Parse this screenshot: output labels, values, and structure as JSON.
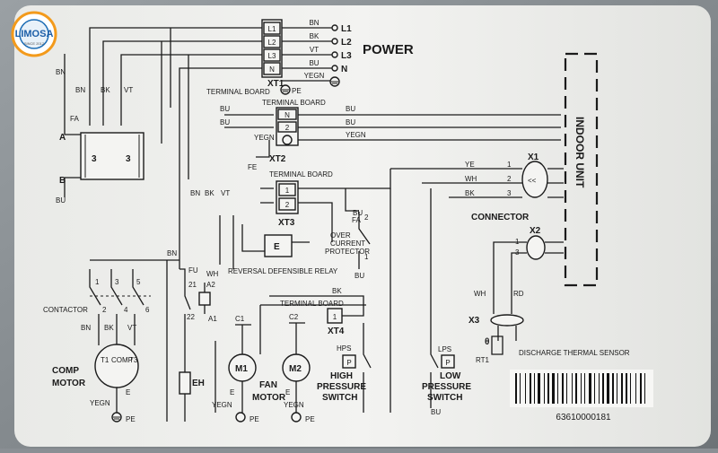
{
  "brand": {
    "name": "LIMOSA",
    "tagline": "SINCE 2012"
  },
  "power": {
    "title": "POWER",
    "terminals": [
      "L1",
      "L2",
      "L3",
      "N"
    ],
    "wire_colors": [
      "BN",
      "BK",
      "VT",
      "BU",
      "YEGN"
    ],
    "outputs": [
      "L1",
      "L2",
      "L3",
      "N"
    ],
    "xt_label": "XT1",
    "board_label": "TERMINAL BOARD",
    "pe": "PE"
  },
  "xt2": {
    "board_label": "TERMINAL BOARD",
    "terminals": [
      "N",
      "2"
    ],
    "label": "XT2",
    "wires": [
      "BU",
      "BU",
      "YEGN"
    ],
    "fe": "FE",
    "yegn": "YEGN"
  },
  "xt3": {
    "board_label": "TERMINAL BOARD",
    "terminals": [
      "1",
      "2"
    ],
    "label": "XT3",
    "left_wires": [
      "BN",
      "BK",
      "VT"
    ],
    "bu": "BU"
  },
  "xt4": {
    "board_label": "TERMINAL BOARD",
    "terminal": "1",
    "label": "XT4",
    "bk": "BK"
  },
  "indoor": {
    "label": "INDOOR UNIT"
  },
  "connector": {
    "label": "CONNECTOR",
    "x1": "X1",
    "x2": "X2",
    "x3": "X3",
    "pins": [
      "1",
      "2",
      "3"
    ],
    "x1_wires": [
      "YE",
      "WH",
      "BK"
    ],
    "x3_wires": [
      "WH",
      "RD"
    ]
  },
  "left_wires": {
    "top": [
      "BN",
      "BN",
      "BK",
      "VT"
    ],
    "fa": "FA",
    "a": "A",
    "b": "B",
    "bu": "BU"
  },
  "relay": {
    "label": "REVERSAL DEFENSIBLE RELAY",
    "e": "E"
  },
  "protector": {
    "fa": "FA",
    "label1": "OVER",
    "label2": "CURRENT",
    "label3": "PROTECTOR",
    "pins": [
      "2",
      "1"
    ],
    "bu": "BU"
  },
  "contactor": {
    "label": "CONTACTOR",
    "top": [
      "1",
      "3",
      "5"
    ],
    "bottom": [
      "2",
      "4",
      "6"
    ],
    "wires": [
      "BN",
      "BK",
      "VT"
    ]
  },
  "comp": {
    "label1": "COMP",
    "label2": "MOTOR",
    "terms": [
      "T1",
      "T2",
      "T3"
    ],
    "inner": "COMP",
    "e": "E",
    "yegn": "YEGN",
    "pe": "PE"
  },
  "heater": {
    "bn": "BN",
    "fu": "FU",
    "pins": [
      "21",
      "22"
    ],
    "wh": "WH",
    "a2": "A2",
    "a1": "A1",
    "eh": "EH"
  },
  "fan": {
    "c1": "C1",
    "c2": "C2",
    "m1": "M1",
    "m2": "M2",
    "label1": "FAN",
    "label2": "MOTOR",
    "e": "E",
    "yegn": "YEGN",
    "pe": "PE"
  },
  "hps": {
    "label": "HPS",
    "l1": "HIGH",
    "l2": "PRESSURE",
    "l3": "SWITCH",
    "p": "P"
  },
  "lps": {
    "label": "LPS",
    "l1": "LOW",
    "l2": "PRESSURE",
    "l3": "SWITCH",
    "p": "P",
    "bu": "BU"
  },
  "sensor": {
    "label": "DISCHARGE THERMAL SENSOR",
    "rt": "RT1",
    "theta": "θ"
  },
  "barcode": {
    "number": "63610000181"
  }
}
